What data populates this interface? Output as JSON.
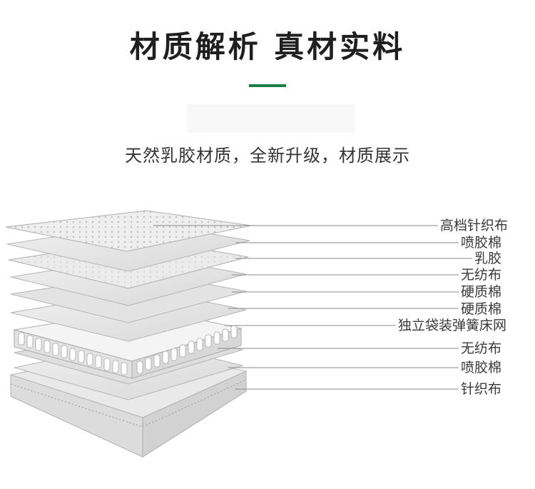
{
  "header": {
    "title": "材质解析  真材实料",
    "subtitle": "天然乳胶材质，全新升级，材质展示"
  },
  "colors": {
    "accent": "#1e7d44",
    "title_text": "#1f1f1f",
    "layer_fill": "#e6e6e6",
    "layer_edge": "#b5b5b5"
  },
  "layers": [
    {
      "label": "高档针织布"
    },
    {
      "label": "喷胶棉"
    },
    {
      "label": "乳胶"
    },
    {
      "label": "无纺布"
    },
    {
      "label": "硬质棉"
    },
    {
      "label": "硬质棉"
    },
    {
      "label": "独立袋装弹簧床网"
    },
    {
      "label": "无纺布"
    },
    {
      "label": "喷胶棉"
    },
    {
      "label": "针织布"
    }
  ]
}
